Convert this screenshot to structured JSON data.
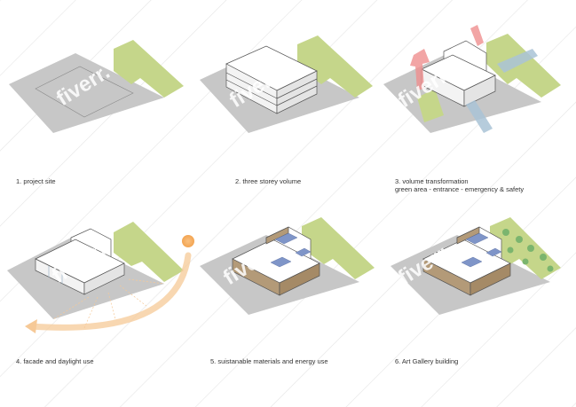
{
  "colors": {
    "site": "#c7c7c7",
    "green": "#c5d68a",
    "building": "#ffffff",
    "outline": "#555555",
    "arrow_red": "#ef8f8f",
    "arrow_blue": "#a9c3d6",
    "sun": "#f6b26b",
    "wood": "#b39a78",
    "solar": "#7f95c8",
    "tree": "#7bb56e"
  },
  "watermark": "fiverr.",
  "captions": {
    "c1": "1. project site",
    "c2": "2. three storey volume",
    "c3_line1": "3. volume transformation",
    "c3_line2": "green area - entrance - emergency & safety",
    "c4": "4. facade and daylight use",
    "c5": "5. suistanable materials and energy use",
    "c6": "6. Art Gallery building"
  }
}
